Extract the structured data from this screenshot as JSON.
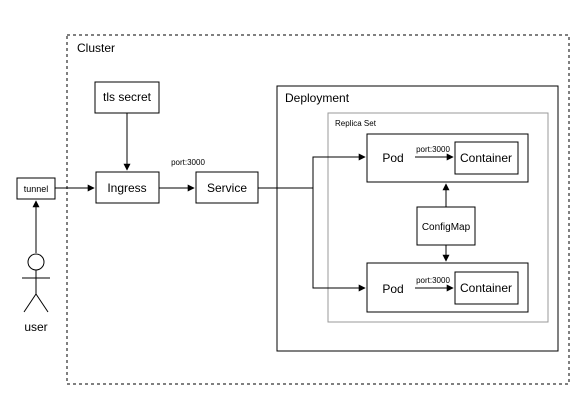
{
  "cluster": {
    "label": "Cluster"
  },
  "deployment": {
    "label": "Deployment"
  },
  "replica_set": {
    "label": "Replica Set"
  },
  "nodes": {
    "tls_secret": "tls secret",
    "tunnel": "tunnel",
    "ingress": "Ingress",
    "service": "Service",
    "pod_top": "Pod",
    "pod_bottom": "Pod",
    "container_top": "Container",
    "container_bottom": "Container",
    "configmap": "ConfigMap"
  },
  "actor": {
    "label": "user"
  },
  "edge_labels": {
    "ingress_to_service": "port:3000",
    "pod_to_container_top": "port:3000",
    "pod_to_container_bottom": "port:3000"
  }
}
